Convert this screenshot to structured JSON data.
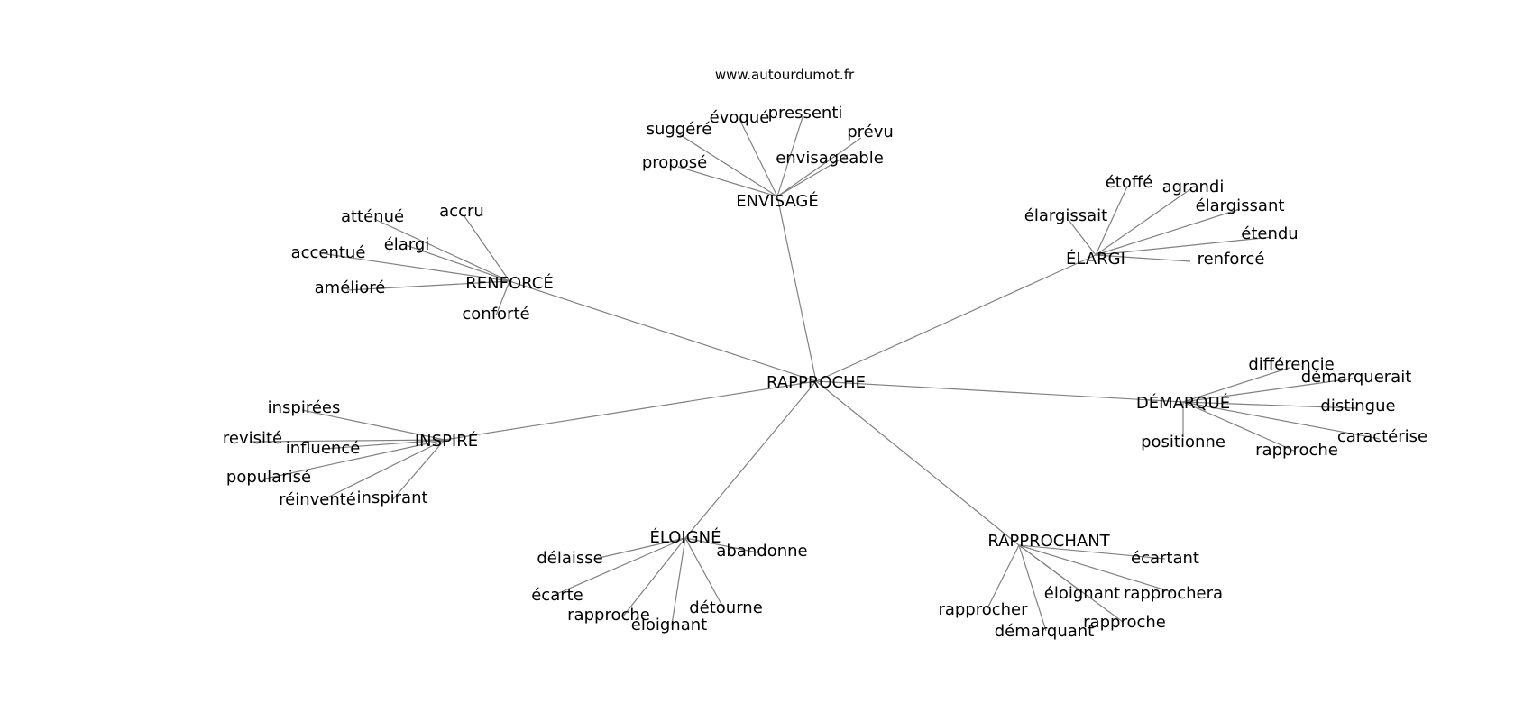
{
  "source": "www.autourdumot.fr",
  "graph": {
    "center": "RAPPROCHE",
    "groups": [
      {
        "label": "ENVISAGÉ",
        "words": [
          "suggéré",
          "évoqué",
          "pressenti",
          "prévu",
          "proposé",
          "envisageable"
        ]
      },
      {
        "label": "RENFORCÉ",
        "words": [
          "atténué",
          "accru",
          "élargi",
          "accentué",
          "amélioré",
          "conforté"
        ]
      },
      {
        "label": "ÉLARGI",
        "words": [
          "étoffé",
          "agrandi",
          "élargissait",
          "élargissant",
          "étendu",
          "renforcé"
        ]
      },
      {
        "label": "DÉMARQUÉ",
        "words": [
          "différencie",
          "démarquerait",
          "distingue",
          "positionne",
          "caractérise",
          "rapproche"
        ]
      },
      {
        "label": "INSPIRÉ",
        "words": [
          "inspirées",
          "revisité",
          "influencé",
          "popularisé",
          "réinventé",
          "inspirant"
        ]
      },
      {
        "label": "ÉLOIGNÉ",
        "words": [
          "délaisse",
          "abandonne",
          "écarte",
          "rapproche",
          "détourne",
          "éloignant"
        ]
      },
      {
        "label": "RAPPROCHANT",
        "words": [
          "écartant",
          "éloignant",
          "rapprochera",
          "rapprocher",
          "démarquant",
          "rapproche"
        ]
      }
    ]
  }
}
